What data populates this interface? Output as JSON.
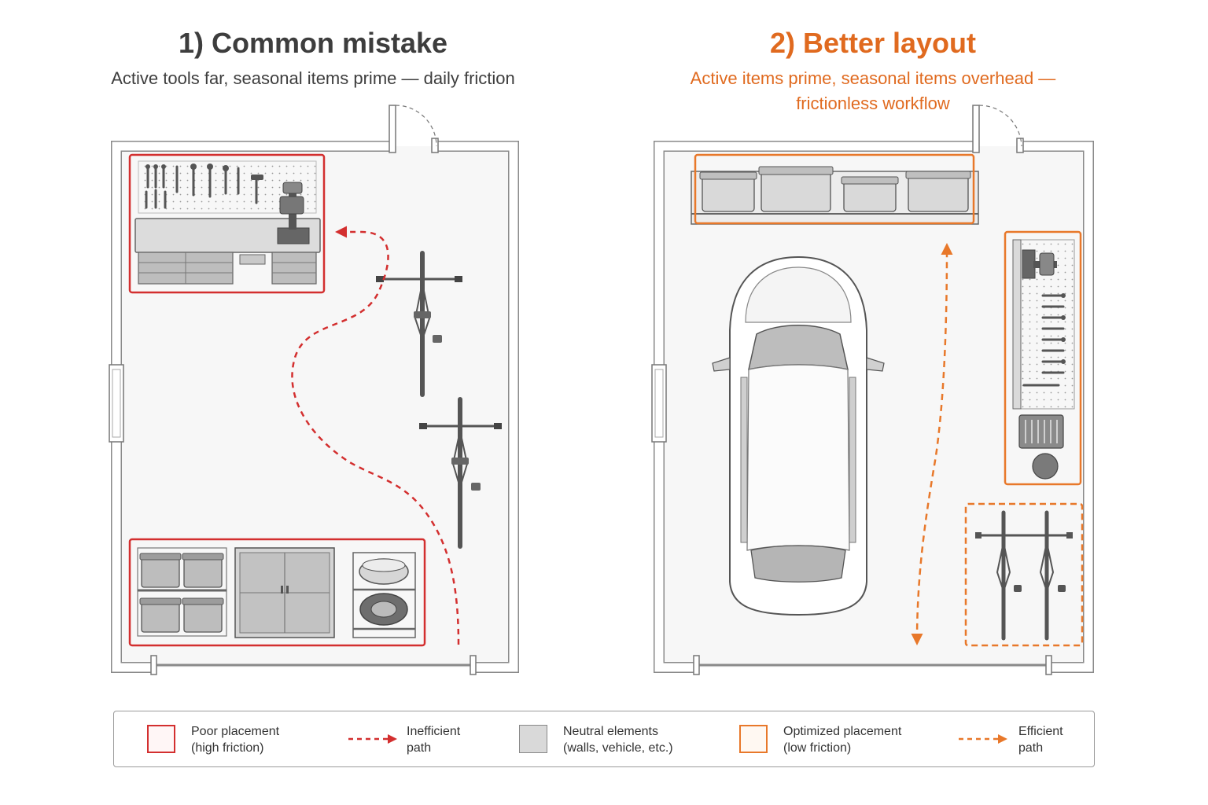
{
  "left_panel": {
    "title": "1) Common mistake",
    "subtitle": "Active tools far, seasonal items prime — daily friction"
  },
  "right_panel": {
    "title": "2) Better layout",
    "subtitle_line1": "Active items prime, seasonal items overhead —",
    "subtitle_line2": "frictionless workflow"
  },
  "legend": {
    "poor": {
      "line1": "Poor placement",
      "line2": "(high friction)",
      "color": "#d32f2f"
    },
    "inefficient": {
      "line1": "Inefficient",
      "line2": "path",
      "color": "#d32f2f"
    },
    "neutral": {
      "line1": "Neutral elements",
      "line2": "(walls, vehicle, etc.)",
      "color": "#cfcfcf"
    },
    "optimized": {
      "line1": "Optimized placement",
      "line2": "(low friction)",
      "color": "#e8782a"
    },
    "efficient": {
      "line1": "Efficient",
      "line2": "path",
      "color": "#e8782a"
    }
  },
  "colors": {
    "poor": "#d32f2f",
    "optimized": "#e8782a",
    "wall": "#8a8a8a",
    "title_dark": "#3d3d3d",
    "title_accent": "#e06a1f"
  }
}
